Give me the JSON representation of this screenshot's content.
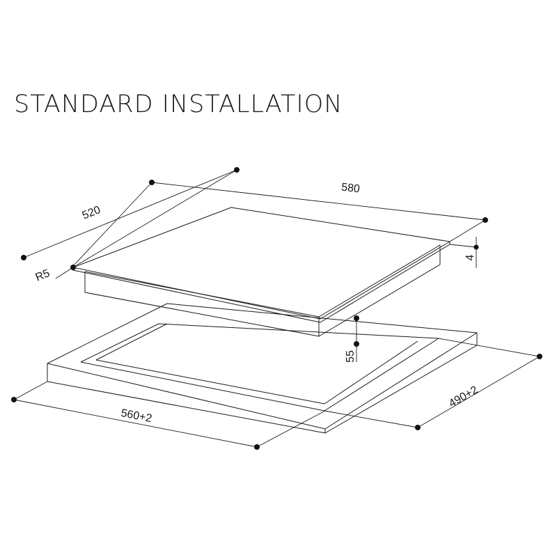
{
  "diagram": {
    "title": "STANDARD INSTALLATION",
    "dimensions": {
      "hob_width": "580",
      "hob_depth": "520",
      "corner_radius": "R5",
      "glass_thickness": "4",
      "installation_height": "55",
      "cutout_width": "560+2",
      "cutout_depth": "490+2"
    }
  }
}
